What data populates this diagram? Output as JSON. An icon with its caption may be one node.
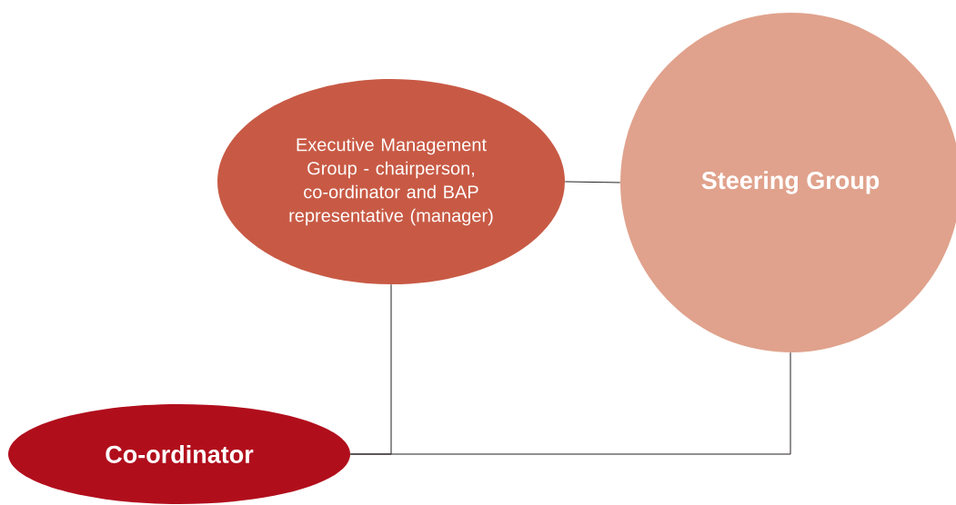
{
  "diagram": {
    "nodes": [
      {
        "text": [
          "Executive Management Group - chairperson, co-ordinator and BAP representative (manager)"
        ]
      },
      {
        "text": [
          "Steering Group"
        ]
      },
      {
        "text": [
          "Co-ordinator"
        ]
      }
    ],
    "edges": [
      {
        "from": 0,
        "to": 1,
        "arrow": "none"
      },
      {
        "from": 2,
        "to": 0,
        "arrow": "none"
      },
      {
        "from": 2,
        "to": 1,
        "arrow": "none"
      }
    ]
  }
}
